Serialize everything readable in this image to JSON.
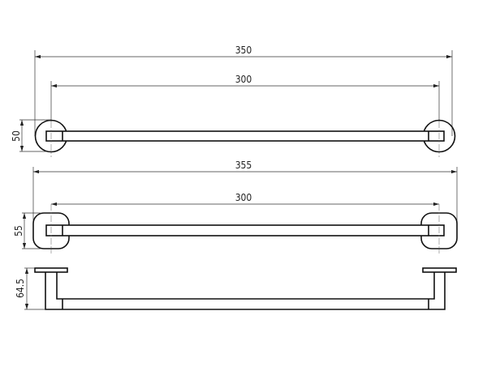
{
  "views": {
    "front_round": {
      "overall_width": "350",
      "center_distance": "300",
      "flange_diameter": "50"
    },
    "front_square": {
      "overall_width": "355",
      "center_distance": "300",
      "flange_height": "55"
    },
    "side": {
      "projection": "64.5"
    }
  },
  "colors": {
    "line": "#111111",
    "dimension": "#333333"
  }
}
